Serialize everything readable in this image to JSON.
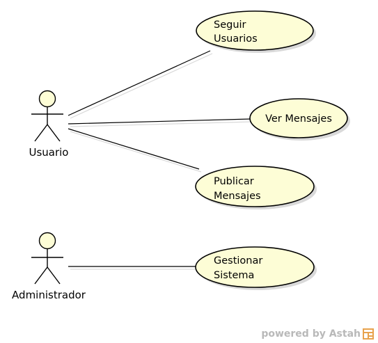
{
  "colors": {
    "use_case_fill": "#fdfdd6",
    "actor_head_fill": "#fdfdd6",
    "line": "#000000",
    "shadow": "#d9d9d9",
    "watermark": "#b9b9b9",
    "watermark_logo": "#e8a24c"
  },
  "actors": {
    "usuario": {
      "name": "Usuario"
    },
    "administrador": {
      "name": "Administrador"
    }
  },
  "use_cases": {
    "seguir": {
      "line1": "Seguir",
      "line2": "Usuarios"
    },
    "ver": {
      "line1": "Ver Mensajes"
    },
    "publicar": {
      "line1": "Publicar",
      "line2": "Mensajes"
    },
    "gestionar": {
      "line1": "Gestionar",
      "line2": "Sistema"
    }
  },
  "watermark": {
    "text": "powered by Astah"
  }
}
